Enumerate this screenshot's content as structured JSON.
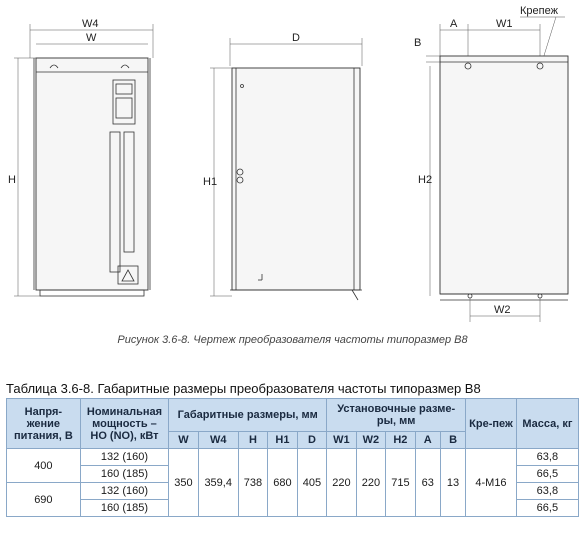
{
  "drawing": {
    "front_labels": {
      "w4": "W4",
      "w": "W",
      "h": "H"
    },
    "side_labels": {
      "d": "D",
      "h1": "H1"
    },
    "back_labels": {
      "b": "B",
      "a": "A",
      "w1": "W1",
      "mount": "Крепеж",
      "h2": "H2",
      "w2": "W2"
    }
  },
  "caption": "Рисунок 3.6-8. Чертеж преобразователя частоты типоразмер В8",
  "table": {
    "title": "Таблица 3.6-8. Габаритные размеры преобразователя частоты типоразмер В8",
    "headers": {
      "voltage": "Напря-жение питания, В",
      "power": "Номинальная мощность – НО (NO), кВт",
      "overall": "Габаритные размеры, мм",
      "mounting": "Установочные разме-ры, мм",
      "fastener": "Кре-пеж",
      "mass": "Масса, кг"
    },
    "subheaders": [
      "W",
      "W4",
      "H",
      "H1",
      "D",
      "W1",
      "W2",
      "H2",
      "A",
      "B"
    ],
    "voltages": [
      "400",
      "690"
    ],
    "powers": [
      "132 (160)",
      "160 (185)",
      "132 (160)",
      "160 (185)"
    ],
    "dims": [
      "350",
      "359,4",
      "738",
      "680",
      "405",
      "220",
      "220",
      "715",
      "63",
      "13"
    ],
    "fastener": "4-М16",
    "masses": [
      "63,8",
      "66,5",
      "63,8",
      "66,5"
    ]
  }
}
